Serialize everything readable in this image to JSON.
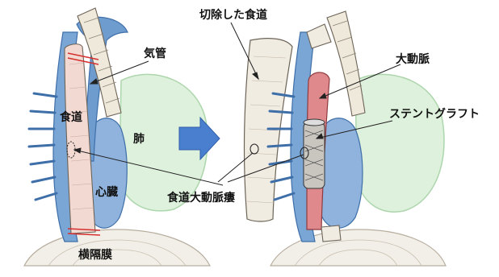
{
  "labels": {
    "trachea": "気管",
    "esophagus": "食道",
    "lung": "肺",
    "heart": "心臓",
    "diaphragm": "横隔膜",
    "resected_esophagus": "切除した食道",
    "aorta": "大動脈",
    "stent_graft": "ステントグラフト",
    "aortoesophageal_fistula": "食道大動脈瘻"
  },
  "colors": {
    "vessel_blue": "#5b8fc8",
    "aorta_red": "#d9858a",
    "lung_green": "#cfe8cf",
    "esophagus_fill": "#f1ece2",
    "arrow_blue": "#4a7fd0",
    "ink": "#333333"
  },
  "icons": {
    "transition_arrow": "right-arrow-icon"
  }
}
